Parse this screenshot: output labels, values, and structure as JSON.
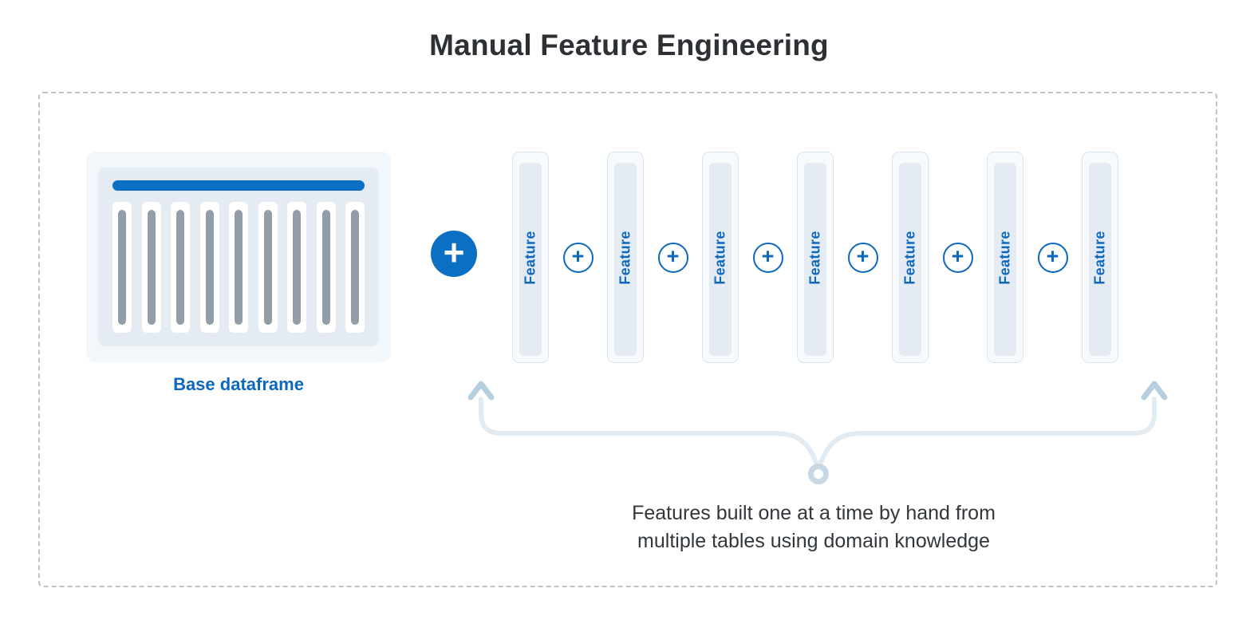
{
  "title": "Manual Feature Engineering",
  "diagram": {
    "base_dataframe": {
      "label": "Base dataframe",
      "column_count": 9
    },
    "combine_icon": "+",
    "plus_icon": "+",
    "features": [
      "Feature",
      "Feature",
      "Feature",
      "Feature",
      "Feature",
      "Feature",
      "Feature"
    ],
    "caption_line1": "Features built one at a time by hand from",
    "caption_line2": "multiple tables using domain knowledge"
  },
  "colors": {
    "primary_blue": "#0b6fc3",
    "text_blue": "#0d68bd",
    "title_text": "#2d3136",
    "caption_text": "#32373c",
    "dataframe_outer": "#f2f7fb",
    "dataframe_inner": "#e4ebf3",
    "column_gray": "#929da7",
    "feature_fill": "#f6fafd",
    "feature_border": "#d7e4ef",
    "feature_inner": "#e4ebf3",
    "brace": "#e3ebf2",
    "brace_accent": "#b7cedf",
    "brace_ring": "#c6d7e5",
    "dashed_border": "#bfc3c7"
  }
}
